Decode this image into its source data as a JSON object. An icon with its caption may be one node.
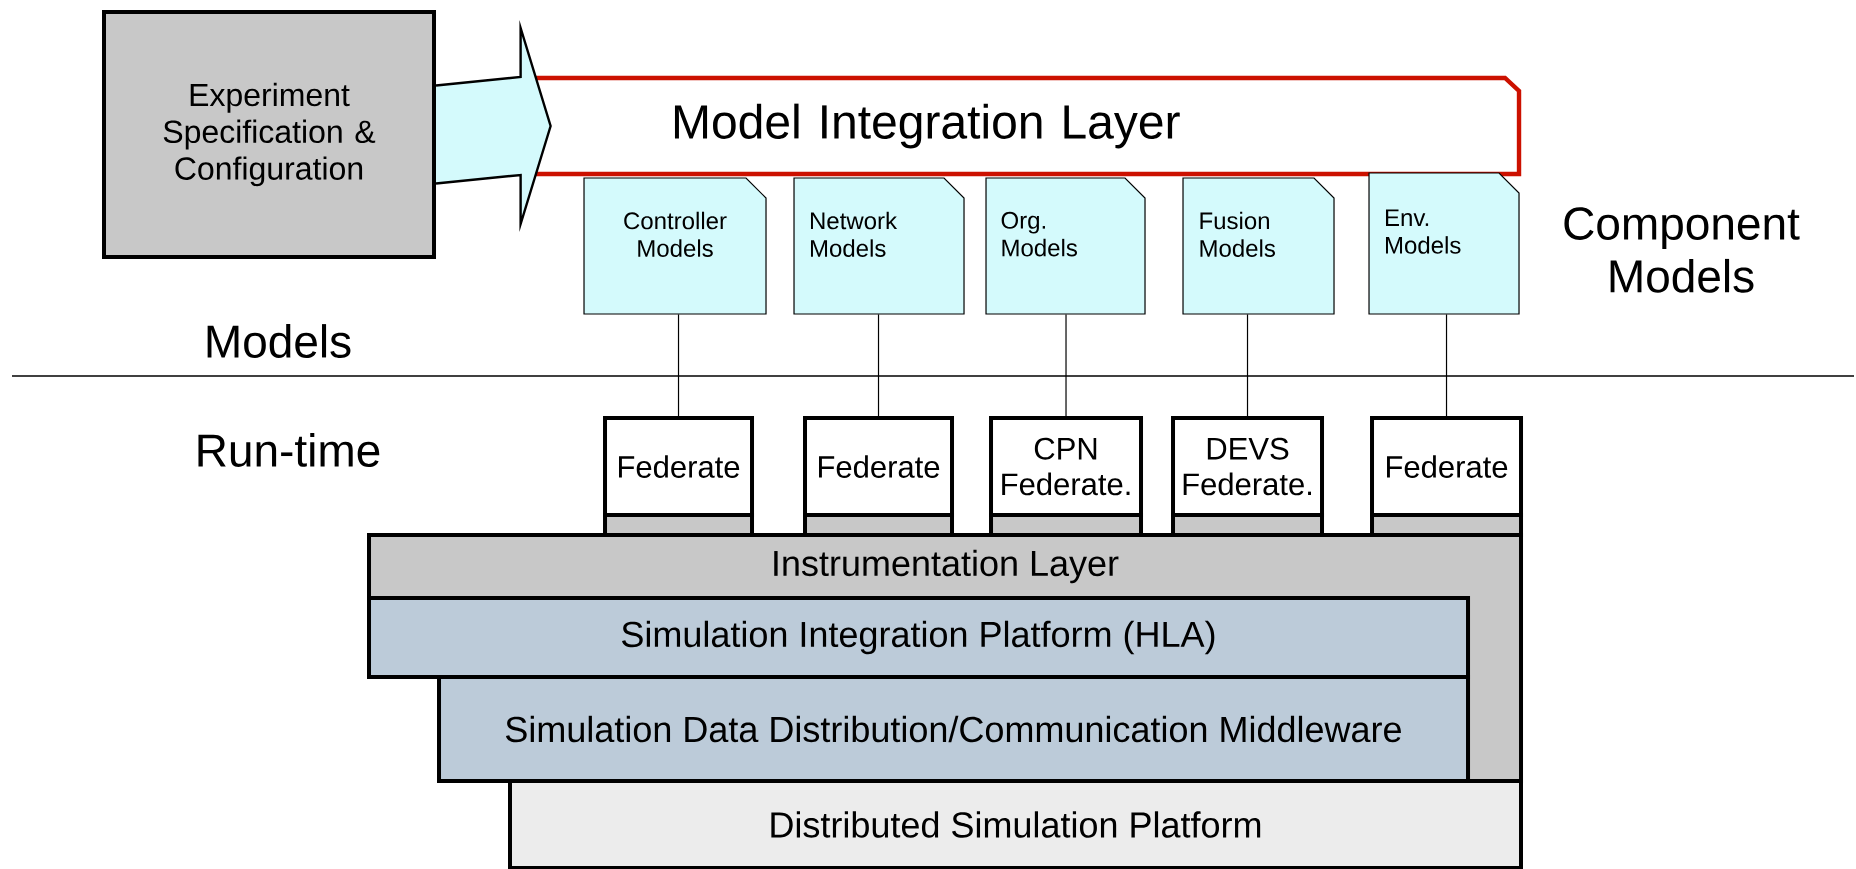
{
  "diagram": {
    "nodes": [
      {
        "text": [
          "Experiment Specification & Configuration"
        ]
      },
      {
        "text": [
          "Model Integration Layer"
        ]
      },
      {
        "text": [
          "Controller Models"
        ]
      },
      {
        "text": [
          "Network Models"
        ]
      },
      {
        "text": [
          "Org. Models"
        ]
      },
      {
        "text": [
          "Fusion Models"
        ]
      },
      {
        "text": [
          "Env. Models"
        ]
      },
      {
        "text": [
          "Federate"
        ]
      },
      {
        "text": [
          "Federate"
        ]
      },
      {
        "text": [
          "CPN Federate."
        ]
      },
      {
        "text": [
          "DEVS Federate."
        ]
      },
      {
        "text": [
          "Federate"
        ]
      },
      {
        "text": [
          "Instrumentation Layer"
        ]
      },
      {
        "text": [
          "Simulation Integration Platform (HLA)"
        ]
      },
      {
        "text": [
          "Simulation Data Distribution/Communication Middleware"
        ]
      },
      {
        "text": [
          "Distributed Simulation Platform"
        ]
      }
    ],
    "edges": [
      {
        "from": 0,
        "to": 1,
        "arrow": "to",
        "style": "thick",
        "color": "#d4fafc"
      },
      {
        "from": 2,
        "to": 7,
        "arrow": "none"
      },
      {
        "from": 3,
        "to": 8,
        "arrow": "none"
      },
      {
        "from": 4,
        "to": 9,
        "arrow": "none"
      },
      {
        "from": 5,
        "to": 10,
        "arrow": "none"
      },
      {
        "from": 6,
        "to": 11,
        "arrow": "none"
      }
    ],
    "labels": [
      "Component Models",
      "Models",
      "Run-time"
    ]
  }
}
